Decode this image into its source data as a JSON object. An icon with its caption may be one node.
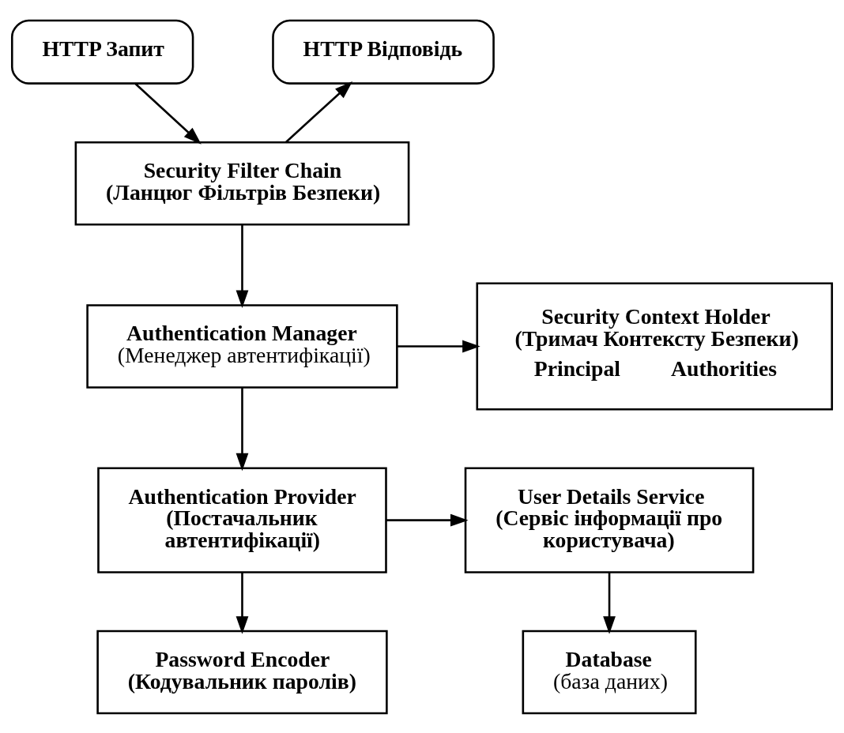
{
  "diagram": {
    "nodes": [
      {
        "text": [
          "HTTP Запит"
        ]
      },
      {
        "text": [
          "HTTP Відповідь"
        ]
      },
      {
        "text": [
          "Security Filter Chain",
          "(Ланцюг Фільтрів Безпеки)"
        ]
      },
      {
        "text": [
          "Authentication Manager",
          "(Менеджер автентифікації)"
        ]
      },
      {
        "text": [
          "Security Context Holder (Тримач Контексту Безпеки)",
          "Principal",
          "Authorities"
        ]
      },
      {
        "text": [
          "Authentication Provider",
          "(Постачальник автентифікації)"
        ]
      },
      {
        "text": [
          "User Details Service",
          "(Сервіс інформації про користувача)"
        ]
      },
      {
        "text": [
          "Password Encoder",
          "(Кодувальник паролів)"
        ]
      },
      {
        "text": [
          "Database",
          "(база даних)"
        ]
      }
    ],
    "edges": [
      {
        "from": 0,
        "to": 2,
        "arrow": "to"
      },
      {
        "from": 2,
        "to": 1,
        "arrow": "to"
      },
      {
        "from": 2,
        "to": 3,
        "arrow": "to"
      },
      {
        "from": 3,
        "to": 4,
        "arrow": "to"
      },
      {
        "from": 3,
        "to": 5,
        "arrow": "to"
      },
      {
        "from": 5,
        "to": 6,
        "arrow": "to"
      },
      {
        "from": 5,
        "to": 7,
        "arrow": "to"
      },
      {
        "from": 6,
        "to": 8,
        "arrow": "to"
      }
    ]
  }
}
